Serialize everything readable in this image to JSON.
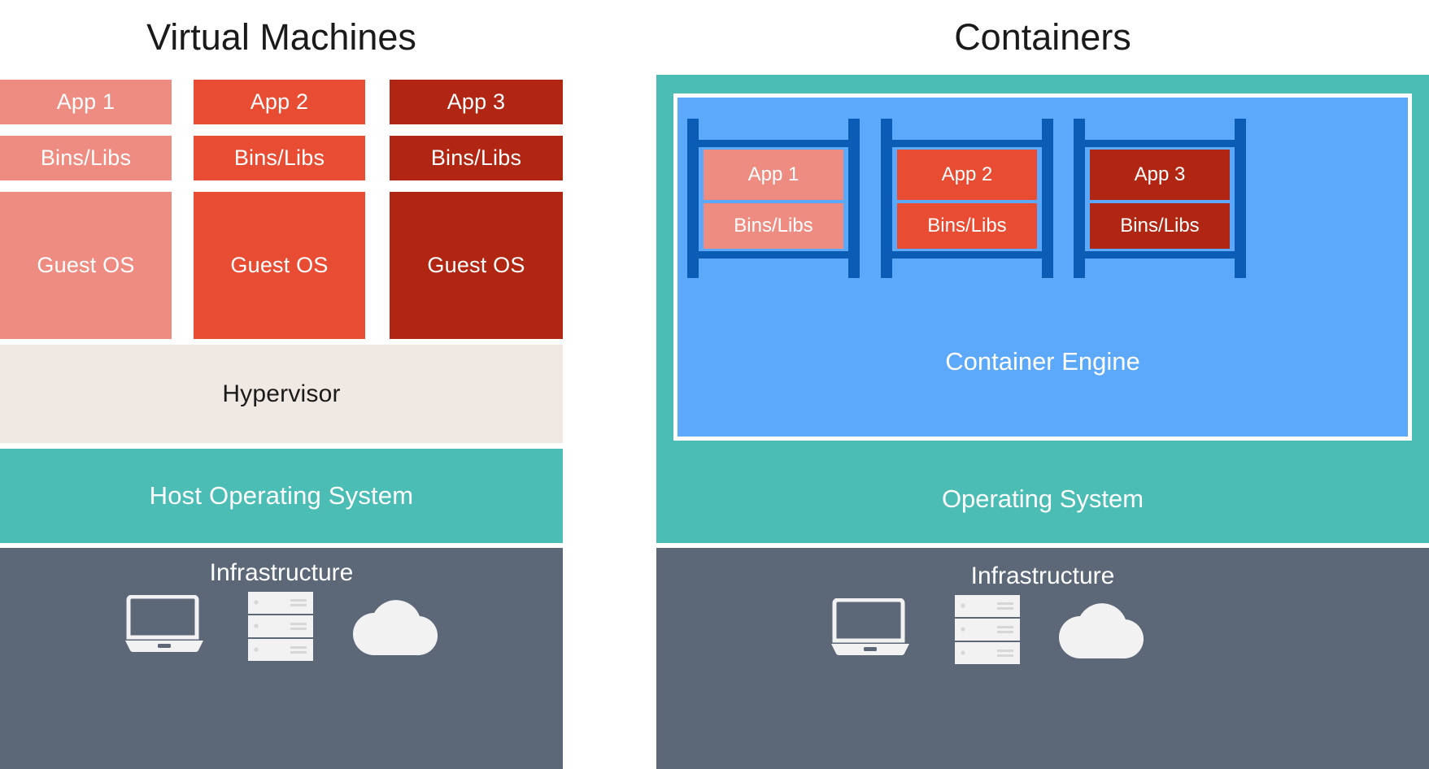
{
  "colors": {
    "background": "#ffffff",
    "app_light": "#EE8C82",
    "app_medium": "#E84C33",
    "app_dark": "#B02612",
    "hypervisor": "#EFE8E3",
    "teal": "#4BBDB5",
    "slate": "#5C6777",
    "container_blue": "#5CA8FB",
    "rack_blue": "#0B5CB5",
    "white": "#ffffff",
    "title_text": "#1a1a1a",
    "icon_fill": "#F2F2F2"
  },
  "left_panel": {
    "title": "Virtual Machines",
    "vms": [
      {
        "app": "App 1",
        "bins": "Bins/Libs",
        "guest": "Guest OS",
        "color": "#EE8C82"
      },
      {
        "app": "App 2",
        "bins": "Bins/Libs",
        "guest": "Guest OS",
        "color": "#E84C33"
      },
      {
        "app": "App 3",
        "bins": "Bins/Libs",
        "guest": "Guest OS",
        "color": "#B02612"
      }
    ],
    "hypervisor": "Hypervisor",
    "host_os": "Host Operating System",
    "infrastructure": "Infrastructure"
  },
  "right_panel": {
    "title": "Containers",
    "containers": [
      {
        "app": "App 1",
        "bins": "Bins/Libs",
        "color": "#EE8C82"
      },
      {
        "app": "App 2",
        "bins": "Bins/Libs",
        "color": "#E84C33"
      },
      {
        "app": "App 3",
        "bins": "Bins/Libs",
        "color": "#B02612"
      }
    ],
    "container_engine": "Container Engine",
    "operating_system": "Operating System",
    "infrastructure": "Infrastructure"
  },
  "icons": {
    "laptop": "laptop-icon",
    "server": "server-rack-icon",
    "cloud": "cloud-icon"
  }
}
